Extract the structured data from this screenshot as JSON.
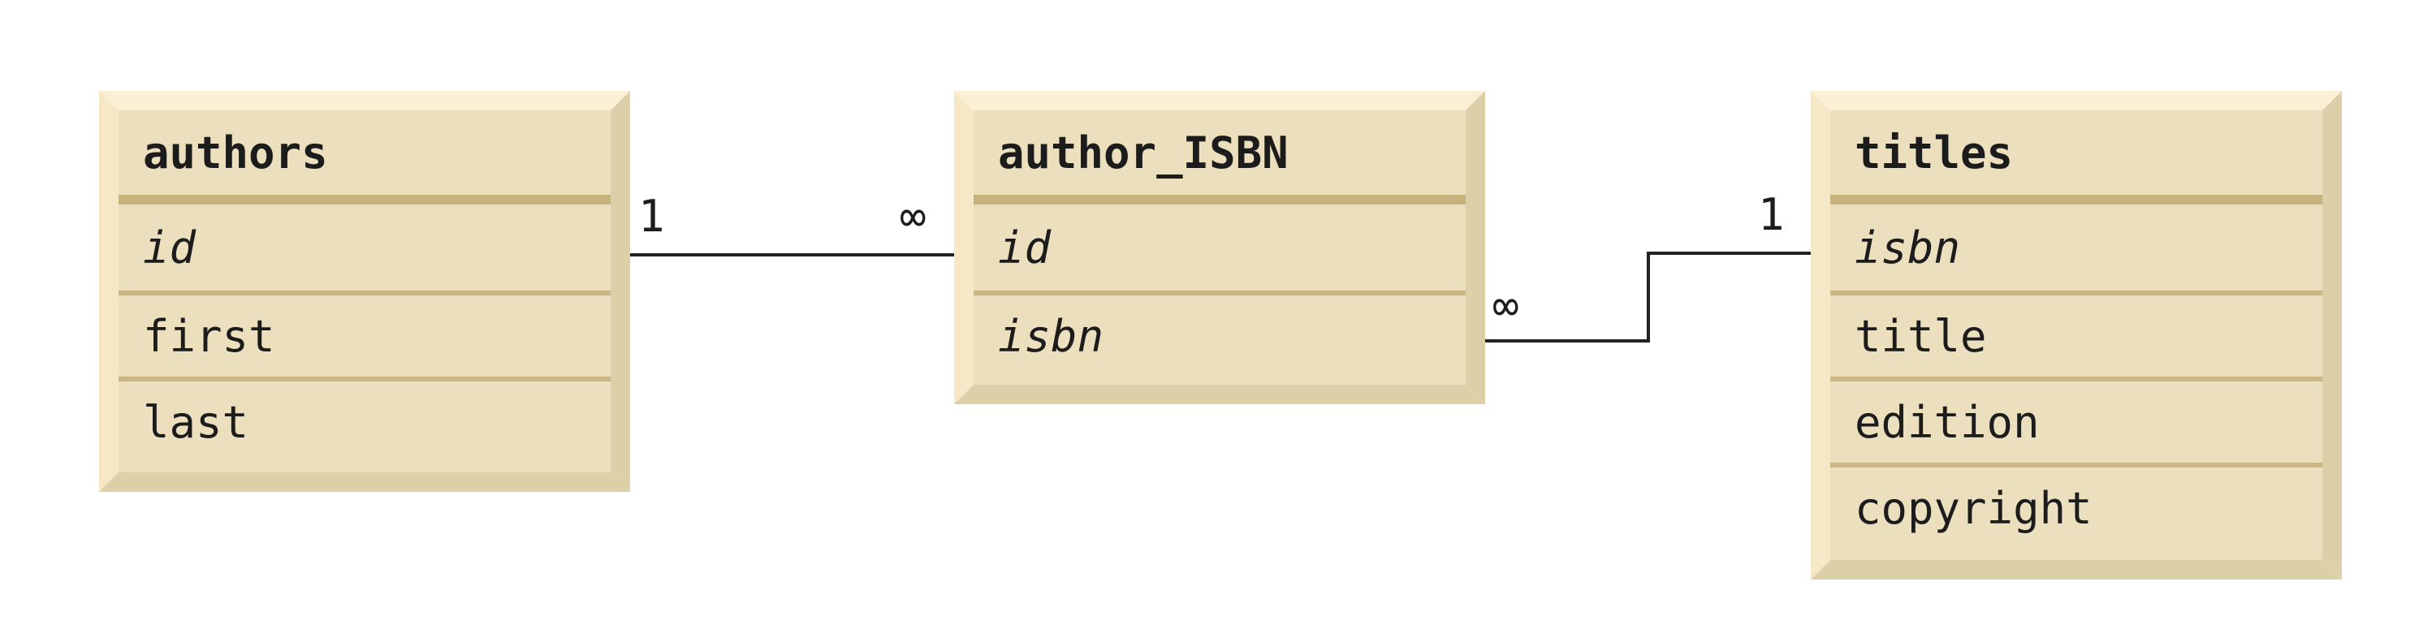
{
  "tables": [
    {
      "title": "authors",
      "fields": [
        {
          "label": "id",
          "key": true
        },
        {
          "label": "first",
          "key": false
        },
        {
          "label": "last",
          "key": false
        }
      ]
    },
    {
      "title": "author_ISBN",
      "fields": [
        {
          "label": "id",
          "key": true
        },
        {
          "label": "isbn",
          "key": true
        }
      ]
    },
    {
      "title": "titles",
      "fields": [
        {
          "label": "isbn",
          "key": true
        },
        {
          "label": "title",
          "key": false
        },
        {
          "label": "edition",
          "key": false
        },
        {
          "label": "copyright",
          "key": false
        }
      ]
    }
  ],
  "relationships": [
    {
      "from": "authors",
      "to": "author_ISBN",
      "from_multiplicity": "1",
      "to_multiplicity": "∞"
    },
    {
      "from": "titles",
      "to": "author_ISBN",
      "from_multiplicity": "1",
      "to_multiplicity": "∞"
    }
  ],
  "colors": {
    "face": "#ebdfbd",
    "bevel_light": "#fbefd6",
    "bevel_dark": "#ddd0a8",
    "separator": "#c6b27a"
  }
}
